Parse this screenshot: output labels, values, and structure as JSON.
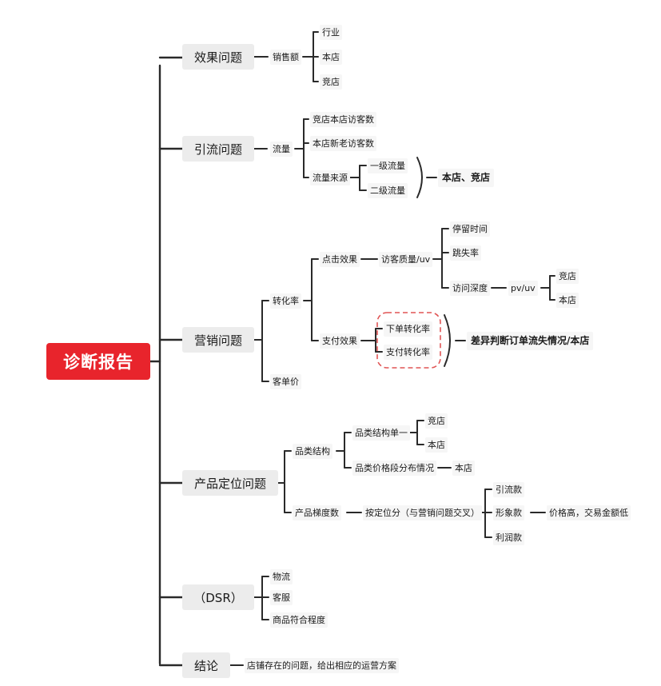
{
  "root": "诊断报告",
  "sections": {
    "effect": {
      "title": "效果问题",
      "sales": "销售额",
      "sales_children": [
        "行业",
        "本店",
        "竞店"
      ]
    },
    "traffic": {
      "title": "引流问题",
      "flow": "流量",
      "flow_children": [
        "竞店本店访客数",
        "本店新老访客数",
        "流量来源"
      ],
      "source_children": [
        "一级流量",
        "二级流量"
      ],
      "source_summary": "本店、竞店"
    },
    "marketing": {
      "title": "营销问题",
      "conversion": "转化率",
      "click_effect": "点击效果",
      "visitor_quality": "访客质量/uv",
      "quality_children": [
        "停留时间",
        "跳失率",
        "访问深度"
      ],
      "pvuv": "pv/uv",
      "pvuv_children": [
        "竞店",
        "本店"
      ],
      "pay_effect": "支付效果",
      "pay_children": [
        "下单转化率",
        "支付转化率"
      ],
      "pay_summary": "差异判断订单流失情况/本店",
      "unit_price": "客单价"
    },
    "product": {
      "title": "产品定位问题",
      "structure": "品类结构",
      "single": "品类结构单一",
      "single_children": [
        "竞店",
        "本店"
      ],
      "price_dist": "品类价格段分布情况",
      "price_dist_child": "本店",
      "gradient": "产品梯度数",
      "positioning": "按定位分（与营销问题交叉）",
      "positioning_children": [
        "引流款",
        "形象款",
        "利润款"
      ],
      "image_note": "价格高，交易金额低"
    },
    "dsr": {
      "title": "（DSR）",
      "children": [
        "物流",
        "客服",
        "商品符合程度"
      ]
    },
    "conclusion": {
      "title": "结论",
      "note": "店铺存在的问题，给出相应的运营方案"
    }
  },
  "colors": {
    "root": "#e8242c",
    "line": "#2a2a2a",
    "dash": "#e05555",
    "topic_bg": "#ececec"
  }
}
